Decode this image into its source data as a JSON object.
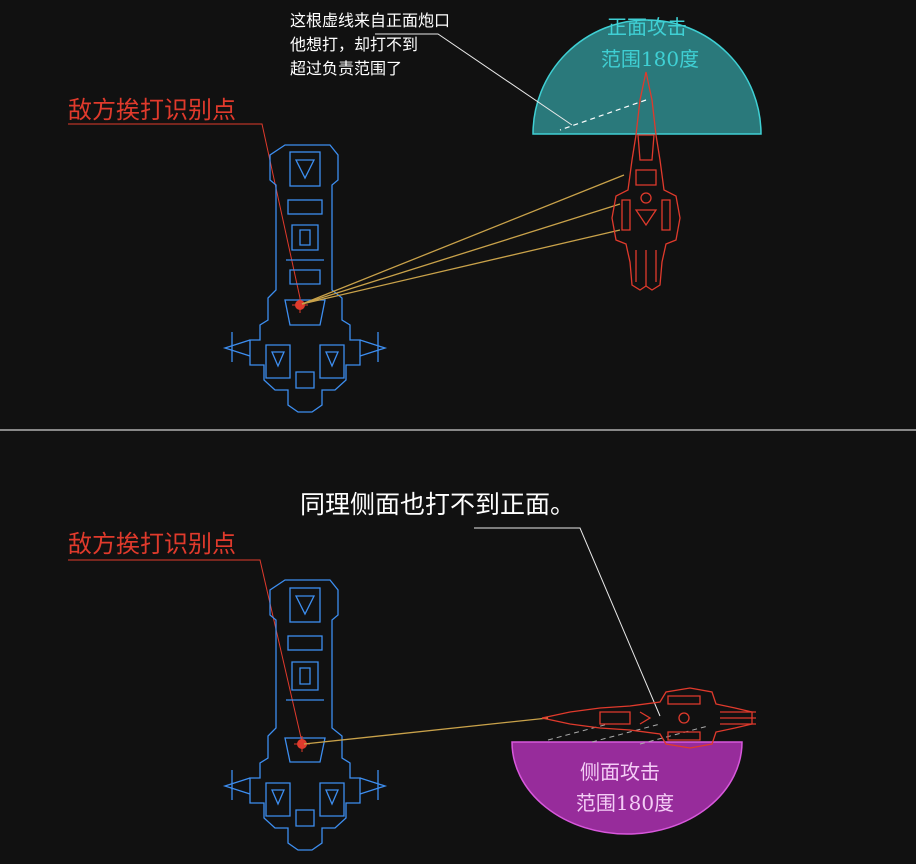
{
  "colors": {
    "background": "#111111",
    "friendly_ship": "#3d8ef0",
    "enemy_ship": "#e03a2c",
    "cannon_line": "#c9a24a",
    "front_arc": "#3fd0d4",
    "side_arc": "#c436c9",
    "annotation_text": "#ffffff",
    "leader_line": "#e9e9e9",
    "divider": "#cfcfcf"
  },
  "top_panel": {
    "target_point_label": "敌方挨打识别点",
    "dashed_line_note": [
      "这根虚线来自正面炮口",
      "他想打，却打不到",
      "超过负责范围了"
    ],
    "front_arc_label": [
      "正面攻击",
      "范围180度"
    ]
  },
  "bottom_panel": {
    "target_point_label": "敌方挨打识别点",
    "side_note": "同理侧面也打不到正面。",
    "side_arc_label": [
      "侧面攻击",
      "范围180度"
    ]
  }
}
